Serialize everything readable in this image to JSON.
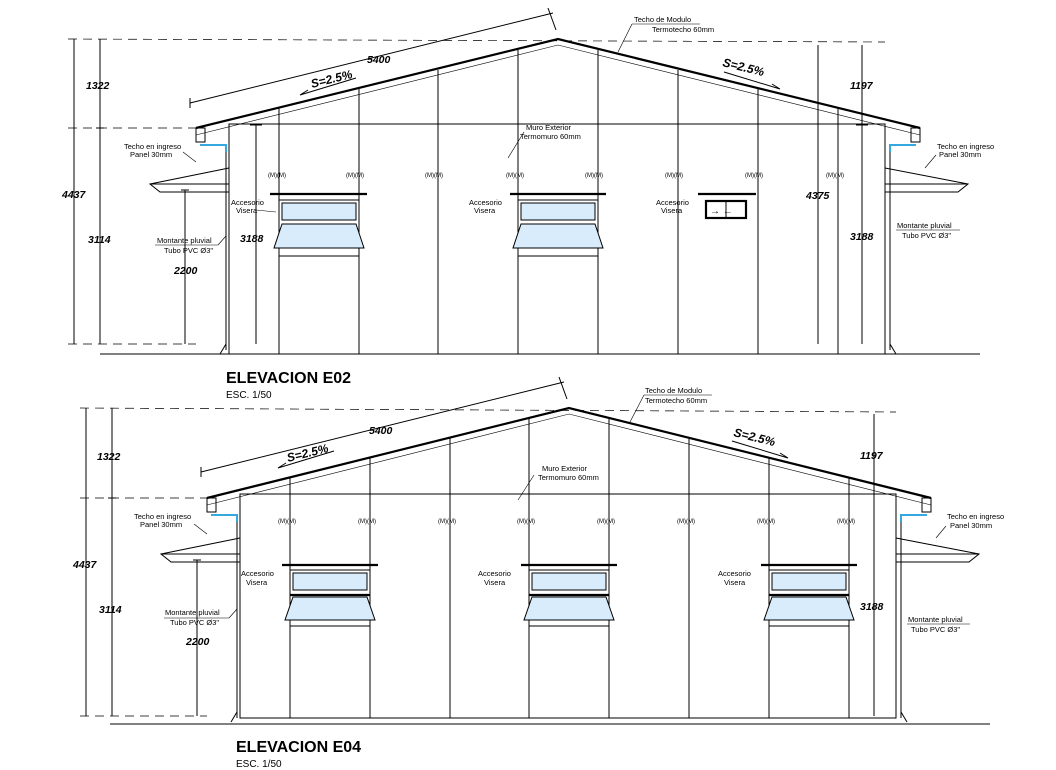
{
  "elevations": [
    {
      "title": "ELEVACION E02",
      "scale": "ESC. 1/50",
      "dim_ridge": "5400",
      "dim_total_left": "4437",
      "dim_top_left": "1322",
      "dim_wall_left": "3114",
      "dim_canopy": "2200",
      "dim_inner_left": "3188",
      "dim_top_right": "1197",
      "dim_inner_right": "3188",
      "dim_mid": "4375",
      "slope_left": "S=2.5%",
      "slope_right": "S=2.5%",
      "note_roof": [
        "Techo de Modulo",
        "Termotecho 60mm"
      ],
      "note_wall": [
        "Muro Exterior",
        "Termomuro 60mm"
      ],
      "note_entry_left": [
        "Techo en ingreso",
        "Panel 30mm"
      ],
      "note_entry_right": [
        "Techo en ingreso",
        "Panel 30mm"
      ],
      "note_downpipe_left": [
        "Montante pluvial",
        "Tubo PVC Ø3\""
      ],
      "note_downpipe_right": [
        "Montante pluvial",
        "Tubo PVC Ø3\""
      ],
      "note_visor": [
        "Accesorio",
        "Visera"
      ],
      "panel_tags": [
        "(M)(M)",
        "(M)(M)",
        "(M)(M)",
        "(M)(M)",
        "(M)(M)",
        "(M)(M)",
        "(M)(M)",
        "(M)(M)"
      ],
      "exit_sign": "→ ←"
    },
    {
      "title": "ELEVACION E04",
      "scale": "ESC. 1/50",
      "dim_ridge": "5400",
      "dim_total_left": "4437",
      "dim_top_left": "1322",
      "dim_wall_left": "3114",
      "dim_canopy": "2200",
      "dim_inner_right": "3188",
      "dim_top_right": "1197",
      "slope_left": "S=2.5%",
      "slope_right": "S=2.5%",
      "note_roof": [
        "Techo de Modulo",
        "Termotecho 60mm"
      ],
      "note_wall": [
        "Muro Exterior",
        "Termomuro 60mm"
      ],
      "note_entry_left": [
        "Techo en ingreso",
        "Panel 30mm"
      ],
      "note_entry_right": [
        "Techo en ingreso",
        "Panel 30mm"
      ],
      "note_downpipe_left": [
        "Montante pluvial",
        "Tubo PVC Ø3\""
      ],
      "note_downpipe_right": [
        "Montante pluvial",
        "Tubo PVC Ø3\""
      ],
      "note_visor": [
        "Accesorio",
        "Visera"
      ],
      "panel_tags": [
        "(M)(M)",
        "(M)(M)",
        "(M)(M)",
        "(M)(M)",
        "(M)(M)",
        "(M)(M)",
        "(M)(M)",
        "(M)(M)"
      ]
    }
  ]
}
